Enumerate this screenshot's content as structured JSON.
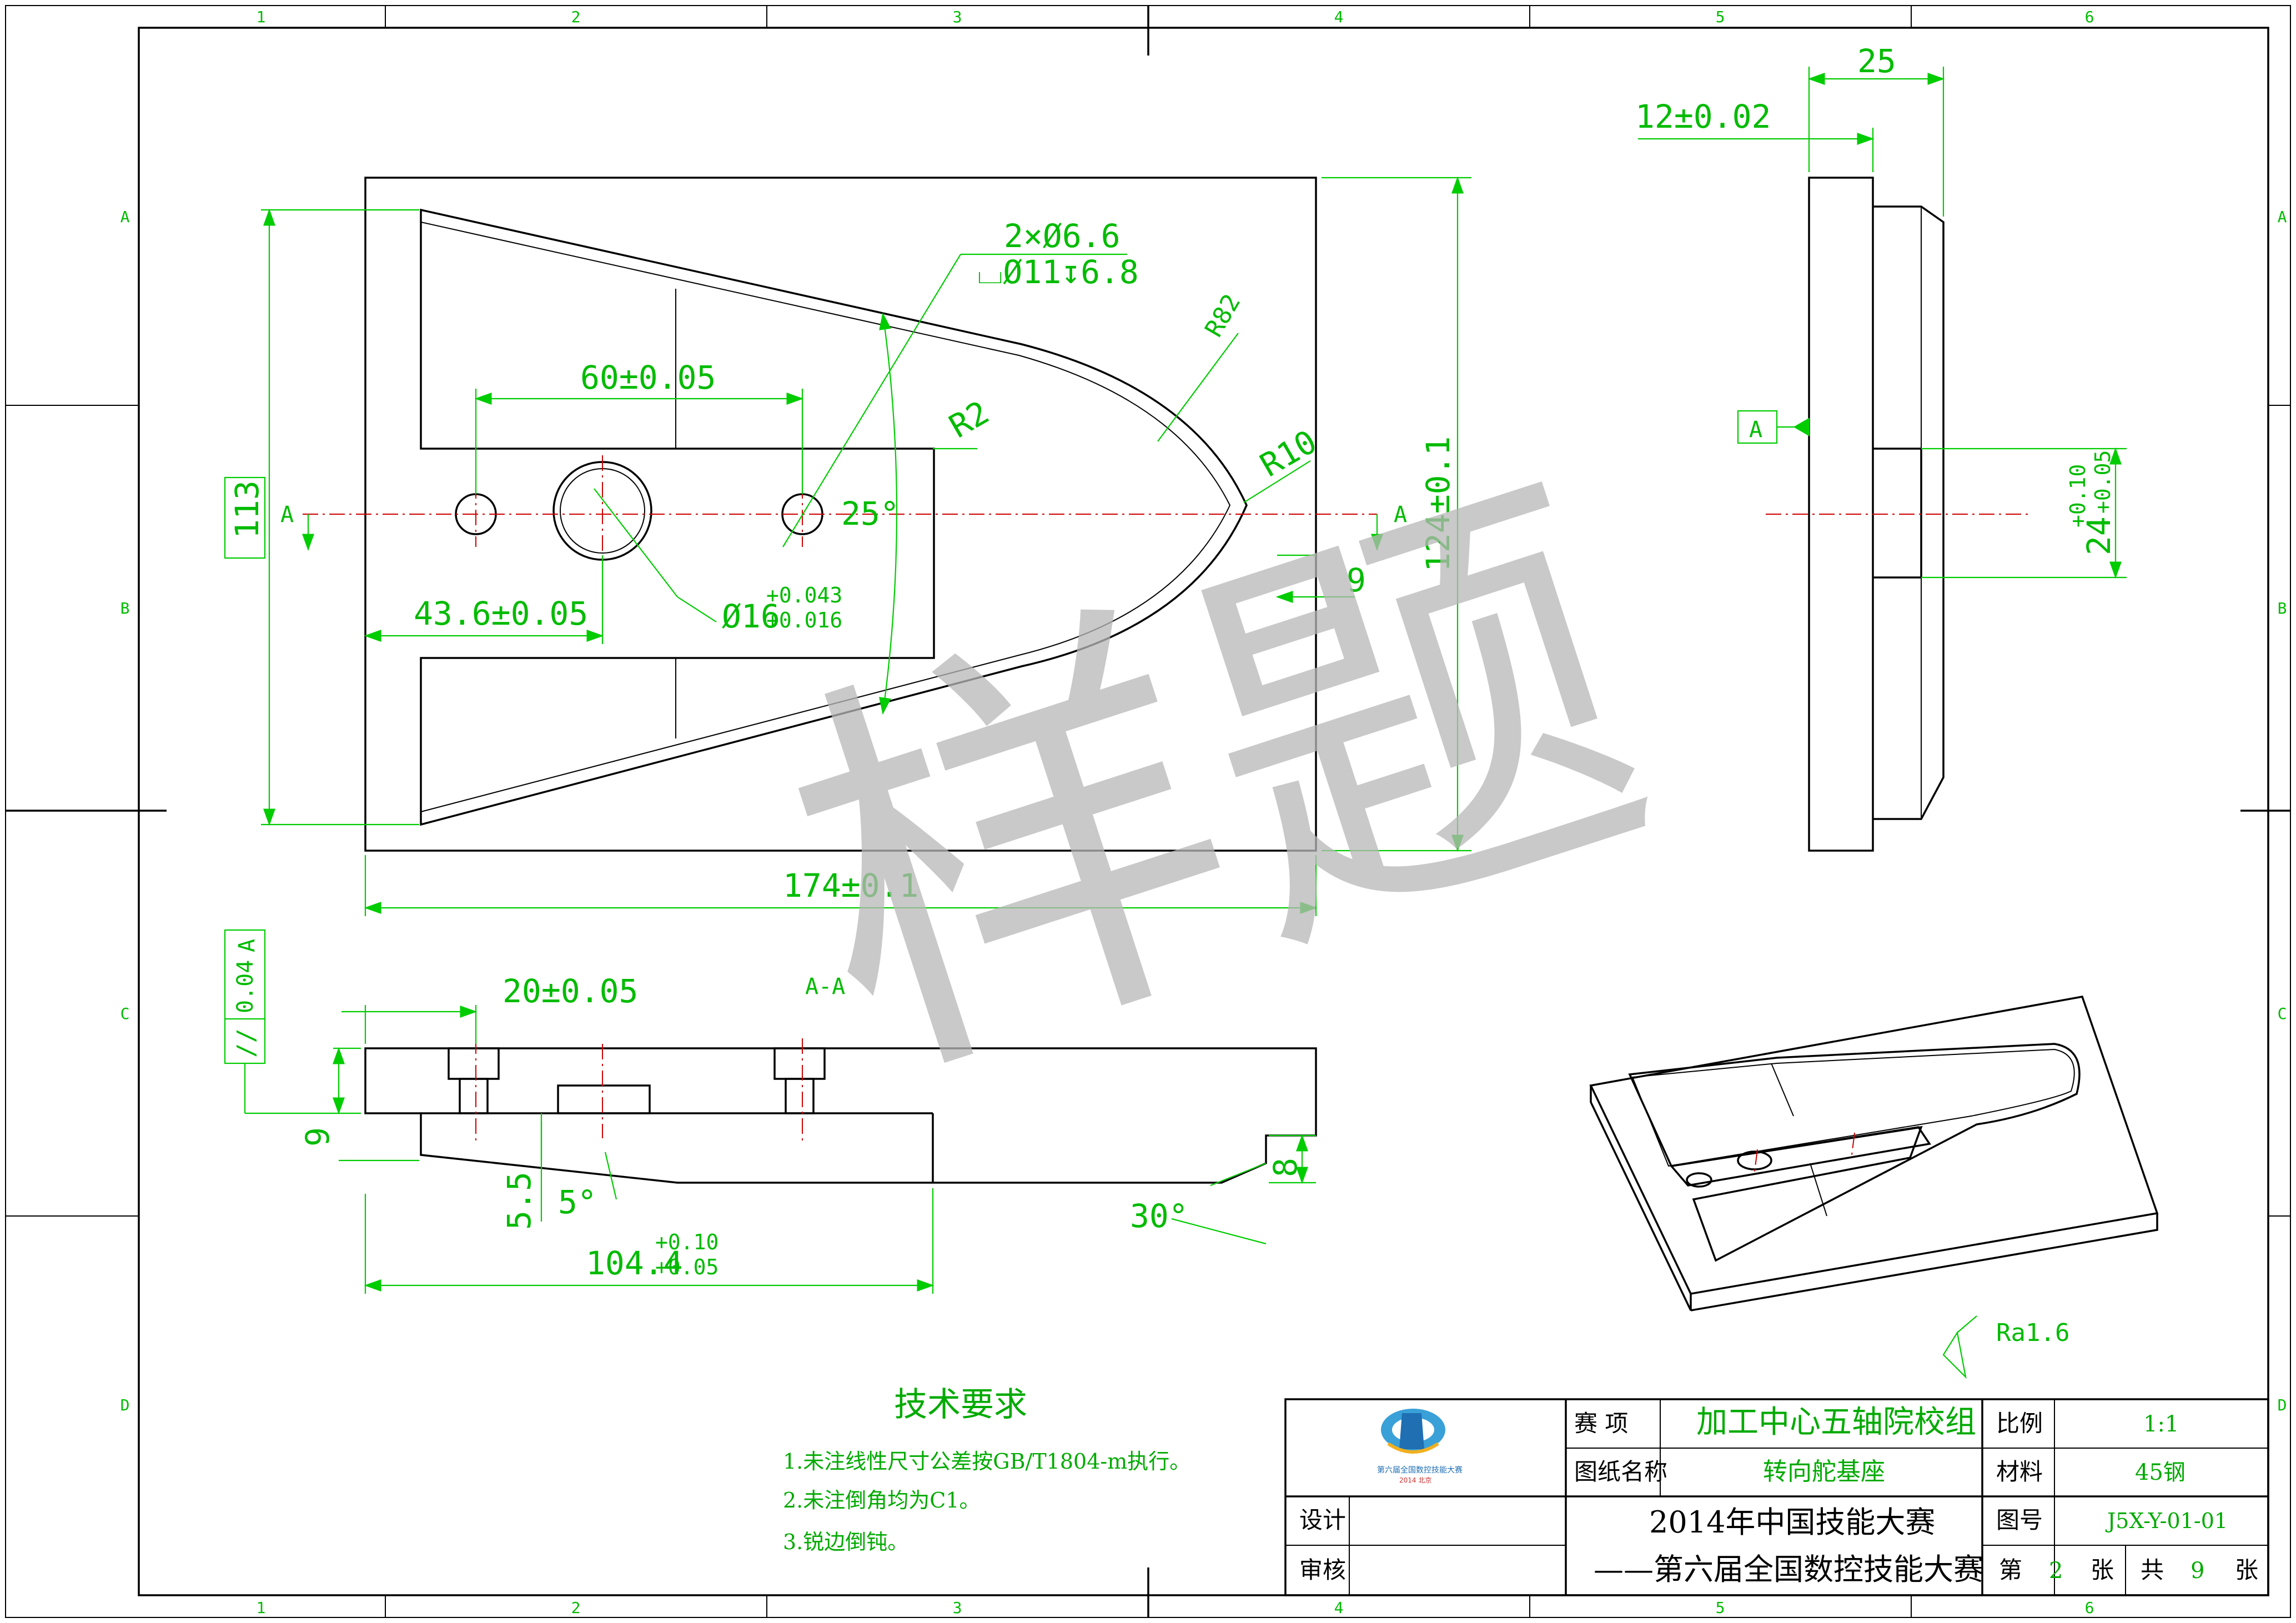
{
  "border": {
    "col_labels": [
      "1",
      "2",
      "3",
      "4",
      "5",
      "6"
    ],
    "row_labels": [
      "A",
      "B",
      "C",
      "D"
    ]
  },
  "watermark": "样题",
  "front_view": {
    "dim_hole_spec_1": "2×Ø6.6",
    "dim_hole_spec_2": "⌴Ø11↧6.8",
    "dim_60": "60±0.05",
    "dim_r2": "R2",
    "dim_r82": "R82",
    "dim_r10": "R10",
    "dim_113": "113",
    "dim_124": "124±0.1",
    "dim_25deg": "25°",
    "dim_43_6": "43.6±0.05",
    "dim_bore": "Ø16",
    "dim_bore_upper": "+0.043",
    "dim_bore_lower": "+0.016",
    "dim_9": "9",
    "dim_174": "174±0.1",
    "section_mark": "A"
  },
  "side_view": {
    "dim_25": "25",
    "dim_12": "12±0.02",
    "datum": "A",
    "dim_24": "24",
    "dim_24_upper": "+0.10",
    "dim_24_lower": "+0.05"
  },
  "section_view": {
    "title": "A-A",
    "dim_20": "20±0.05",
    "tol_value": "0.04",
    "tol_datum": "A",
    "tol_symbol": "//",
    "dim_9": "9",
    "dim_5_5": "5.5",
    "dim_5deg": "5°",
    "dim_8": "8",
    "dim_30deg": "30°",
    "dim_104": "104.4",
    "dim_104_upper": "+0.10",
    "dim_104_lower": "+0.05"
  },
  "roughness": "Ra1.6",
  "tech_requirements": {
    "title": "技术要求",
    "items": [
      "1.未注线性尺寸公差按GB/T1804-m执行。",
      "2.未注倒角均为C1。",
      "3.锐边倒钝。"
    ]
  },
  "title_block": {
    "event_label": "赛   项",
    "event_value": "加工中心五轴院校组",
    "drawing_name_label": "图纸名称",
    "drawing_name_value": "转向舵基座",
    "scale_label": "比例",
    "scale_value": "1:1",
    "material_label": "材料",
    "material_value": "45钢",
    "drawing_no_label": "图号",
    "drawing_no_value": "J5X-Y-01-01",
    "design_label": "设计",
    "review_label": "审核",
    "competition_line1": "2014年中国技能大赛",
    "competition_line2": "——第六届全国数控技能大赛",
    "sheet_prefix": "第",
    "sheet_no": "2",
    "sheet_unit": "张",
    "total_prefix": "共",
    "total_no": "9",
    "total_unit": "张",
    "logo_caption_1": "第六届全国数控技能大赛",
    "logo_caption_2": "2014 北京"
  }
}
